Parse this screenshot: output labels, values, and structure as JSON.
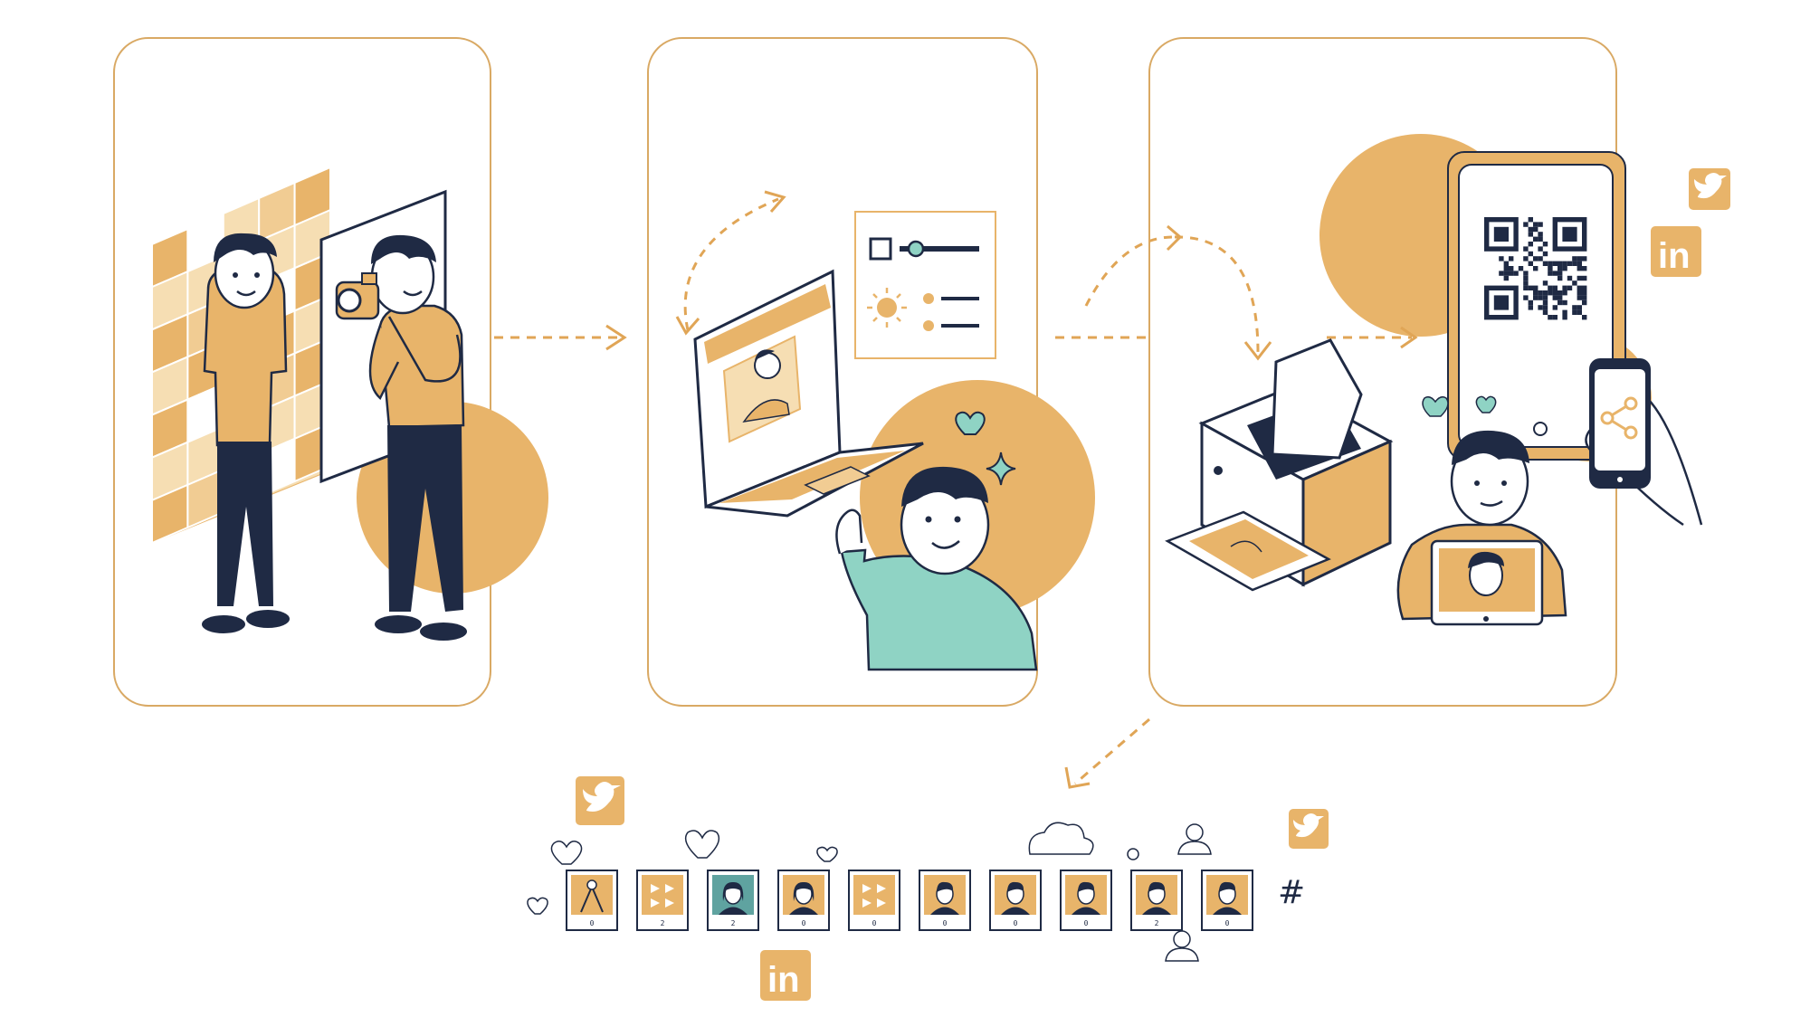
{
  "colors": {
    "accent": "#E8B46A",
    "accent_light": "#F1CC93",
    "navy": "#1F2A44",
    "teal": "#8FD3C4",
    "panel_border": "#D9A964",
    "arrow": "#E0A556",
    "skin": "#FFFFFF"
  },
  "badges": {
    "linkedin_text": "in"
  },
  "strip": {
    "hash": "#",
    "polaroids": [
      {
        "bg": "#E8B46A",
        "mark": "0",
        "face": "abstract"
      },
      {
        "bg": "#E8B46A",
        "mark": "2",
        "face": "pattern"
      },
      {
        "bg": "#5FA3A0",
        "mark": "2",
        "face": "woman"
      },
      {
        "bg": "#E8B46A",
        "mark": "0",
        "face": "woman"
      },
      {
        "bg": "#E8B46A",
        "mark": "0",
        "face": "pattern"
      },
      {
        "bg": "#E8B46A",
        "mark": "0",
        "face": "man"
      },
      {
        "bg": "#E8B46A",
        "mark": "0",
        "face": "man"
      },
      {
        "bg": "#E8B46A",
        "mark": "0",
        "face": "man"
      },
      {
        "bg": "#E8B46A",
        "mark": "2",
        "face": "man"
      },
      {
        "bg": "#E8B46A",
        "mark": "0",
        "face": "man"
      }
    ]
  },
  "icons": {
    "panel1": [
      "camera-icon",
      "person-icon",
      "backdrop-grid"
    ],
    "panel2": [
      "laptop-icon",
      "settings-panel-icon",
      "sun-icon",
      "sparkle-icon",
      "heart-icon"
    ],
    "panel3": [
      "printer-icon",
      "qr-code-icon",
      "phone-share-icon",
      "twitter-icon",
      "linkedin-icon"
    ],
    "strip": [
      "heart-icon",
      "cloud-icon",
      "user-icon",
      "twitter-icon",
      "linkedin-icon",
      "hash-icon"
    ]
  }
}
